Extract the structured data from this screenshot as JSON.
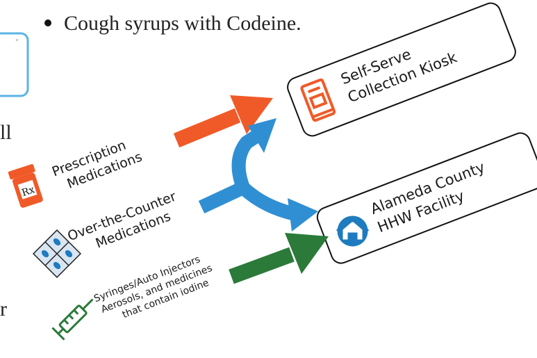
{
  "bullet": {
    "text": "Cough syrups with Codeine."
  },
  "left_fragments": {
    "line1": "ll",
    "line2": "r"
  },
  "destinations": {
    "kiosk": {
      "line1": "Self-Serve",
      "line2": "Collection Kiosk"
    },
    "hhw": {
      "line1": "Alameda County",
      "line2": "HHW Facility"
    }
  },
  "sources": {
    "prescription": {
      "line1": "Prescription",
      "line2": "Medications",
      "icon": "pill-bottle-icon"
    },
    "otc": {
      "line1": "Over-the-Counter",
      "line2": "Medications",
      "icon": "pill-blister-icon"
    },
    "syringes": {
      "line1": "Syringes/Auto Injectors",
      "line2": "Aerosols, and medicines",
      "line3": "that contain iodine",
      "icon": "syringe-icon"
    }
  },
  "colors": {
    "orange": "#f05a28",
    "blue": "#2f8fd2",
    "green": "#2b7a3a",
    "logo_blue": "#1f7bbf",
    "panel_blue": "#5ab4e6"
  }
}
